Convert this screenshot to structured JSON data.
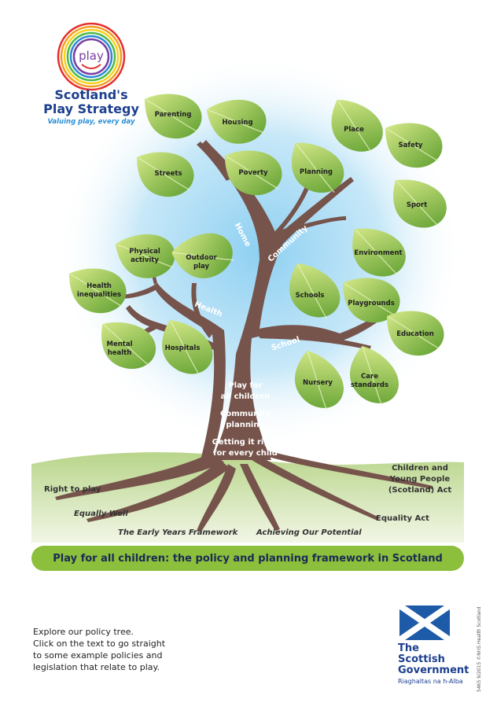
{
  "logo": {
    "play_text": "play",
    "title_line1": "Scotland's",
    "title_line2": "Play Strategy",
    "tagline": "Valuing play, every day",
    "ring_colors": [
      "#e62d2d",
      "#f39c1f",
      "#f6d21b",
      "#4bb847",
      "#2d87d6",
      "#7a3fa0"
    ]
  },
  "tree": {
    "branches": {
      "home": "Home",
      "community": "Community",
      "health": "Health",
      "school": "School"
    },
    "leaves": {
      "parenting": "Parenting",
      "housing": "Housing",
      "streets": "Streets",
      "poverty": "Poverty",
      "planning": "Planning",
      "place": "Place",
      "safety": "Safety",
      "sport": "Sport",
      "environment": "Environment",
      "physical_activity": [
        "Physical",
        "activity"
      ],
      "outdoor_play": [
        "Outdoor",
        "play"
      ],
      "health_inequalities": [
        "Health",
        "inequalities"
      ],
      "mental_health": [
        "Mental",
        "health"
      ],
      "hospitals": "Hospitals",
      "schools": "Schools",
      "playgrounds": "Playgrounds",
      "education": "Education",
      "nursery": "Nursery",
      "care_standards": [
        "Care",
        "standards"
      ]
    },
    "trunk": {
      "play_for_all_1": "Play for",
      "play_for_all_2": "all children",
      "community_planning_1": "Community",
      "community_planning_2": "planning",
      "getting_it_right_1": "Getting it right",
      "getting_it_right_2": "for every child"
    },
    "roots": {
      "right_to_play": "Right to play",
      "equally_well": "Equally Well",
      "early_years": "The Early Years Framework",
      "achieving": "Achieving Our Potential",
      "equality_act": "Equality Act",
      "cyp_act_1": "Children and",
      "cyp_act_2": "Young People",
      "cyp_act_3": "(Scotland) Act"
    }
  },
  "banner": {
    "text": "Play for all children: the policy and planning framework in Scotland",
    "color": "#8cbf3b"
  },
  "explore": {
    "lines": [
      "Explore our policy tree.",
      "Click on the text to go straight",
      "to some example policies and",
      "legislation that relate to play."
    ]
  },
  "government": {
    "name_line1": "The Scottish",
    "name_line2": "Government",
    "gaelic": "Riaghaltas na h-Alba",
    "flag_color": "#1d5aa7"
  },
  "side_code": "5465  9/2015      ©NHS Health Scotland",
  "colors": {
    "trunk": "#76544b",
    "leaf_light": "#c4dd6b",
    "leaf_dark": "#6aa633",
    "sky": "#bfe3f7",
    "ground": "#d4e4b5"
  }
}
